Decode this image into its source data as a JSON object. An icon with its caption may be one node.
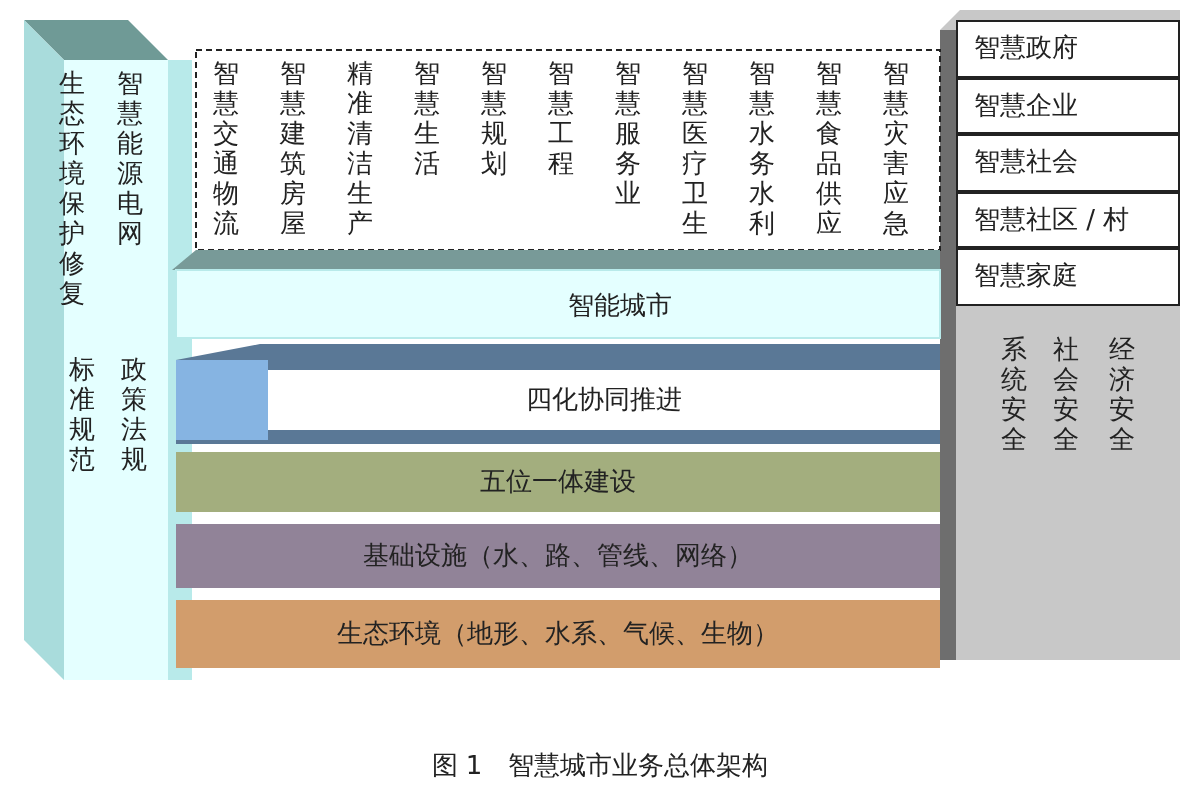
{
  "diagram": {
    "caption": "图 1　智慧城市业务总体架构",
    "nodes": [
      {
        "text": [
          "生态环境保护修复"
        ]
      },
      {
        "text": [
          "智慧能源电网"
        ]
      },
      {
        "text": [
          "智慧交通物流"
        ]
      },
      {
        "text": [
          "智慧建筑房屋"
        ]
      },
      {
        "text": [
          "精准清洁生产"
        ]
      },
      {
        "text": [
          "智慧生活"
        ]
      },
      {
        "text": [
          "智慧规划"
        ]
      },
      {
        "text": [
          "智慧工程"
        ]
      },
      {
        "text": [
          "智慧服务业"
        ]
      },
      {
        "text": [
          "智慧医疗卫生"
        ]
      },
      {
        "text": [
          "智慧水务水利"
        ]
      },
      {
        "text": [
          "智慧食品供应"
        ]
      },
      {
        "text": [
          "智慧灾害应急"
        ]
      },
      {
        "text": [
          "智慧政府"
        ]
      },
      {
        "text": [
          "智慧企业"
        ]
      },
      {
        "text": [
          "智慧社会"
        ]
      },
      {
        "text": [
          "智慧社区 / 村"
        ]
      },
      {
        "text": [
          "智慧家庭"
        ]
      },
      {
        "text": [
          "智能城市"
        ]
      },
      {
        "text": [
          "标准规范"
        ]
      },
      {
        "text": [
          "政策法规"
        ]
      },
      {
        "text": [
          "四化协同推进"
        ]
      },
      {
        "text": [
          "五位一体建设"
        ]
      },
      {
        "text": [
          "系统安全"
        ]
      },
      {
        "text": [
          "社会安全"
        ]
      },
      {
        "text": [
          "经济安全"
        ]
      },
      {
        "text": [
          "基础设施（水、路、管线、网络）"
        ]
      },
      {
        "text": [
          "生态环境（地形、水系、气候、生物）"
        ]
      }
    ],
    "edges": []
  }
}
